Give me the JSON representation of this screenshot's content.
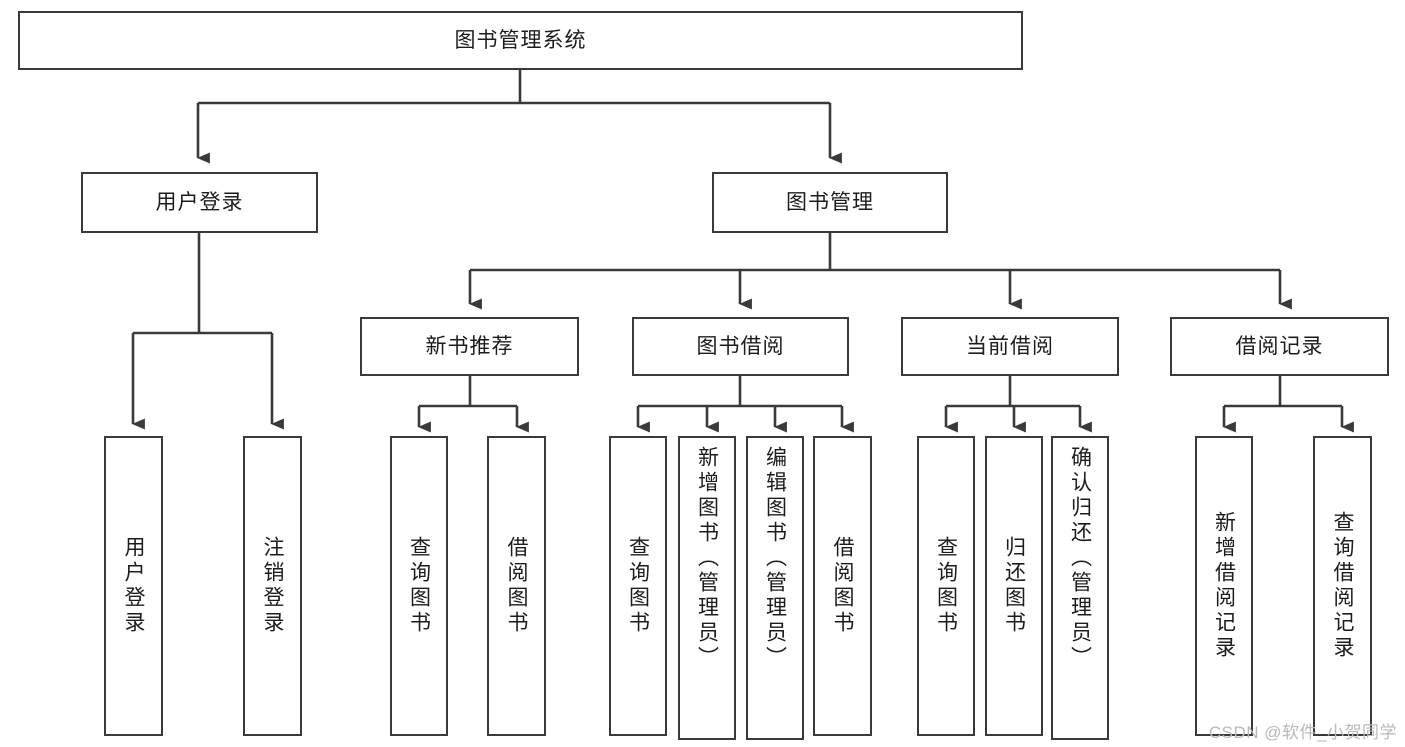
{
  "diagram": {
    "title": "图书管理系统",
    "type": "tree-hierarchy-diagram",
    "root": {
      "id": "root",
      "label": "图书管理系统"
    },
    "level1": [
      {
        "id": "user-login",
        "label": "用户登录"
      },
      {
        "id": "book-manage",
        "label": "图书管理"
      }
    ],
    "level2": [
      {
        "id": "new-book-recommend",
        "label": "新书推荐",
        "parent": "book-manage"
      },
      {
        "id": "book-borrow",
        "label": "图书借阅",
        "parent": "book-manage"
      },
      {
        "id": "current-borrow",
        "label": "当前借阅",
        "parent": "book-manage"
      },
      {
        "id": "borrow-record",
        "label": "借阅记录",
        "parent": "book-manage"
      }
    ],
    "leaves": [
      {
        "id": "leaf-user-login",
        "label": "用户登录",
        "parent": "user-login"
      },
      {
        "id": "leaf-user-logout",
        "label": "注销登录",
        "parent": "user-login"
      },
      {
        "id": "leaf-query-book-1",
        "label": "查询图书",
        "parent": "new-book-recommend"
      },
      {
        "id": "leaf-borrow-book-1",
        "label": "借阅图书",
        "parent": "new-book-recommend"
      },
      {
        "id": "leaf-query-book-2",
        "label": "查询图书",
        "parent": "book-borrow"
      },
      {
        "id": "leaf-add-book",
        "label": "新增图书（管理员）",
        "parent": "book-borrow"
      },
      {
        "id": "leaf-edit-book",
        "label": "编辑图书（管理员）",
        "parent": "book-borrow"
      },
      {
        "id": "leaf-borrow-book-2",
        "label": "借阅图书",
        "parent": "book-borrow"
      },
      {
        "id": "leaf-query-book-3",
        "label": "查询图书",
        "parent": "current-borrow"
      },
      {
        "id": "leaf-return-book",
        "label": "归还图书",
        "parent": "current-borrow"
      },
      {
        "id": "leaf-confirm-return",
        "label": "确认归还（管理员）",
        "parent": "current-borrow"
      },
      {
        "id": "leaf-add-record",
        "label": "新增借阅记录",
        "parent": "borrow-record"
      },
      {
        "id": "leaf-query-record",
        "label": "查询借阅记录",
        "parent": "borrow-record"
      }
    ],
    "colors": {
      "stroke": "#3a3a3a",
      "text": "#1c1c1c",
      "background": "#ffffff",
      "watermark": "#b9b9b9"
    }
  },
  "watermark": {
    "text": "CSDN @软件_小贺同学"
  }
}
